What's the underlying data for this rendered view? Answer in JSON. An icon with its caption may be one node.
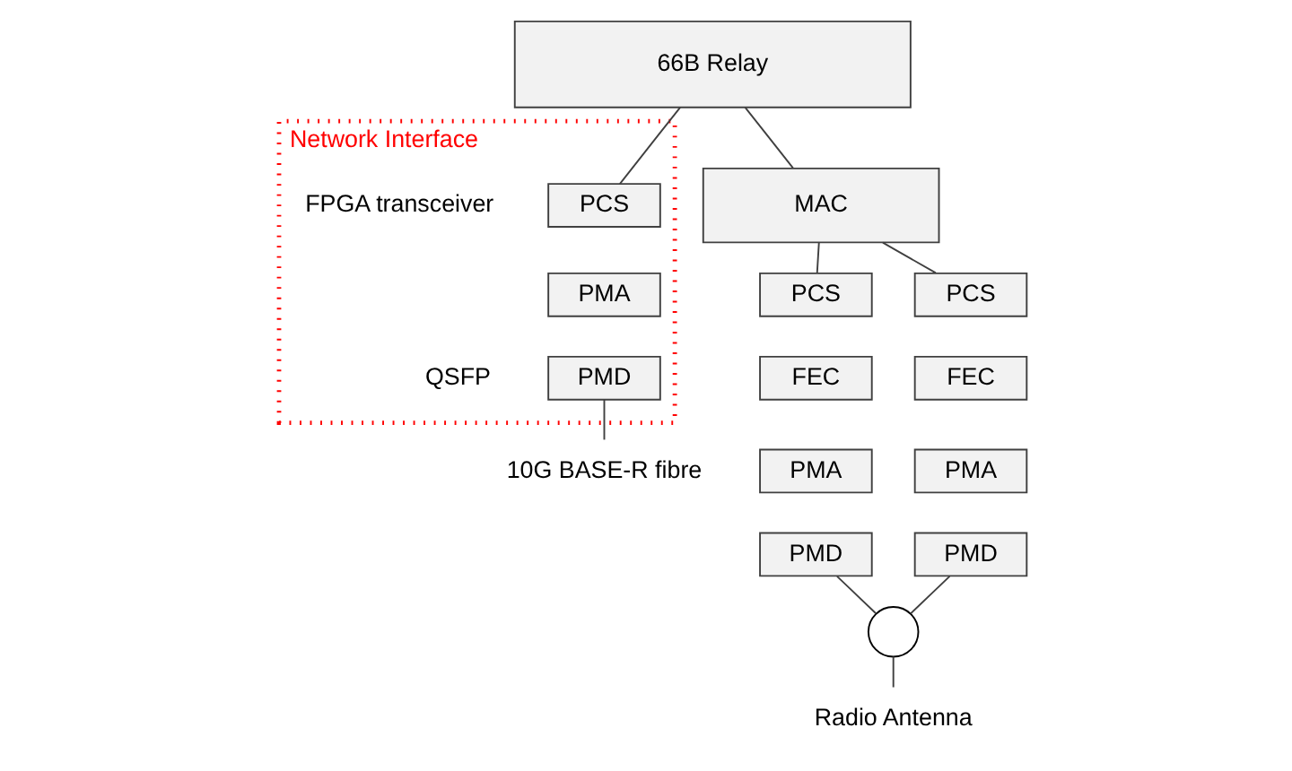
{
  "diagram": {
    "nodes": [
      {
        "text": [
          "66B Relay"
        ]
      },
      {
        "text": [
          "Network Interface"
        ]
      },
      {
        "text": [
          "PCS"
        ],
        "in": 1
      },
      {
        "text": [
          "PMA"
        ],
        "in": 1
      },
      {
        "text": [
          "PMD"
        ],
        "in": 1
      },
      {
        "text": [
          "MAC"
        ]
      },
      {
        "text": [
          "PCS"
        ]
      },
      {
        "text": [
          "FEC"
        ]
      },
      {
        "text": [
          "PMA"
        ]
      },
      {
        "text": [
          "PMD"
        ]
      },
      {
        "text": [
          "PCS"
        ]
      },
      {
        "text": [
          "FEC"
        ]
      },
      {
        "text": [
          "PMA"
        ]
      },
      {
        "text": [
          "PMD"
        ]
      },
      {
        "text": [],
        "shape": "circle"
      },
      {
        "text": [
          "10G BASE-R fibre"
        ]
      },
      {
        "text": [
          "Radio Antenna"
        ]
      }
    ],
    "edges": [
      {
        "from": 0,
        "to": 2,
        "arrow": "none"
      },
      {
        "from": 0,
        "to": 5,
        "arrow": "none"
      },
      {
        "from": 4,
        "to": 15,
        "arrow": "none"
      },
      {
        "from": 5,
        "to": 6,
        "arrow": "none"
      },
      {
        "from": 5,
        "to": 10,
        "arrow": "none"
      },
      {
        "from": 9,
        "to": 14,
        "arrow": "none"
      },
      {
        "from": 13,
        "to": 14,
        "arrow": "none"
      },
      {
        "from": 14,
        "to": 16,
        "arrow": "none"
      }
    ],
    "labels": [
      "FPGA transceiver",
      "QSFP"
    ]
  }
}
